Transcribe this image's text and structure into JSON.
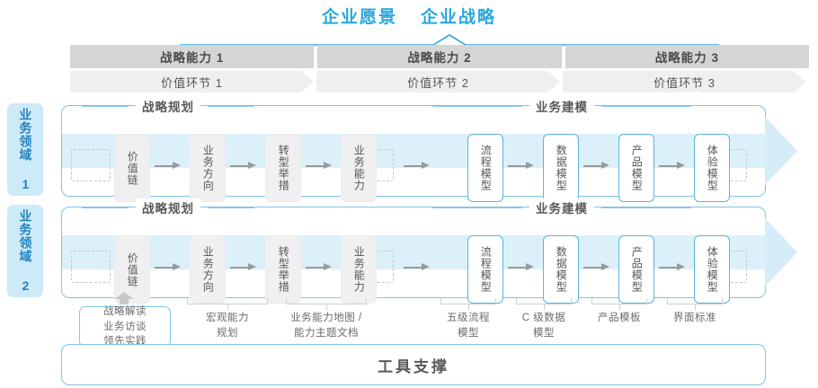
{
  "header": {
    "titles": [
      "企业愿景",
      "企业战略"
    ],
    "accent_color": "#2BA6DE"
  },
  "capability_bands": [
    {
      "label": "战略能力 1"
    },
    {
      "label": "战略能力 2"
    },
    {
      "label": "战略能力 3"
    }
  ],
  "value_chain": [
    {
      "label": "价值环节 1"
    },
    {
      "label": "价值环节 2"
    },
    {
      "label": "价值环节 3"
    }
  ],
  "domains": [
    {
      "tab_label": "业务领域 1"
    },
    {
      "tab_label": "业务领域 2"
    }
  ],
  "sections": {
    "left_title": "战略规划",
    "right_title": "业务建模"
  },
  "nodes": {
    "left": [
      {
        "label": "价值链"
      },
      {
        "label": "业务方向"
      },
      {
        "label": "转型举措"
      },
      {
        "label": "业务能力"
      }
    ],
    "right": [
      {
        "label": "流程模型"
      },
      {
        "label": "数据模型"
      },
      {
        "label": "产品模型"
      },
      {
        "label": "体验模型"
      }
    ]
  },
  "tool_labels": [
    {
      "label": "战略解读\n业务访谈\n领先实践",
      "boxed": true
    },
    {
      "label": "宏观能力\n规划",
      "boxed": false
    },
    {
      "label": "业务能力地图 /\n能力主题文档",
      "boxed": false
    },
    {
      "label": "五级流程\n模型",
      "boxed": false
    },
    {
      "label": "C 级数据\n模型",
      "boxed": false
    },
    {
      "label": "产品模板",
      "boxed": false
    },
    {
      "label": "界面标准",
      "boxed": false
    }
  ],
  "tool_support": {
    "label": "工具支撑"
  },
  "colors": {
    "blue_accent": "#2BA6DE",
    "blue_border": "#7ec4e6",
    "band_gray": "#d4d6d6",
    "chevron_gray": "#efefef",
    "ribbon_blue": "#dcf0fa",
    "node_gray": "#f0f0f0"
  }
}
